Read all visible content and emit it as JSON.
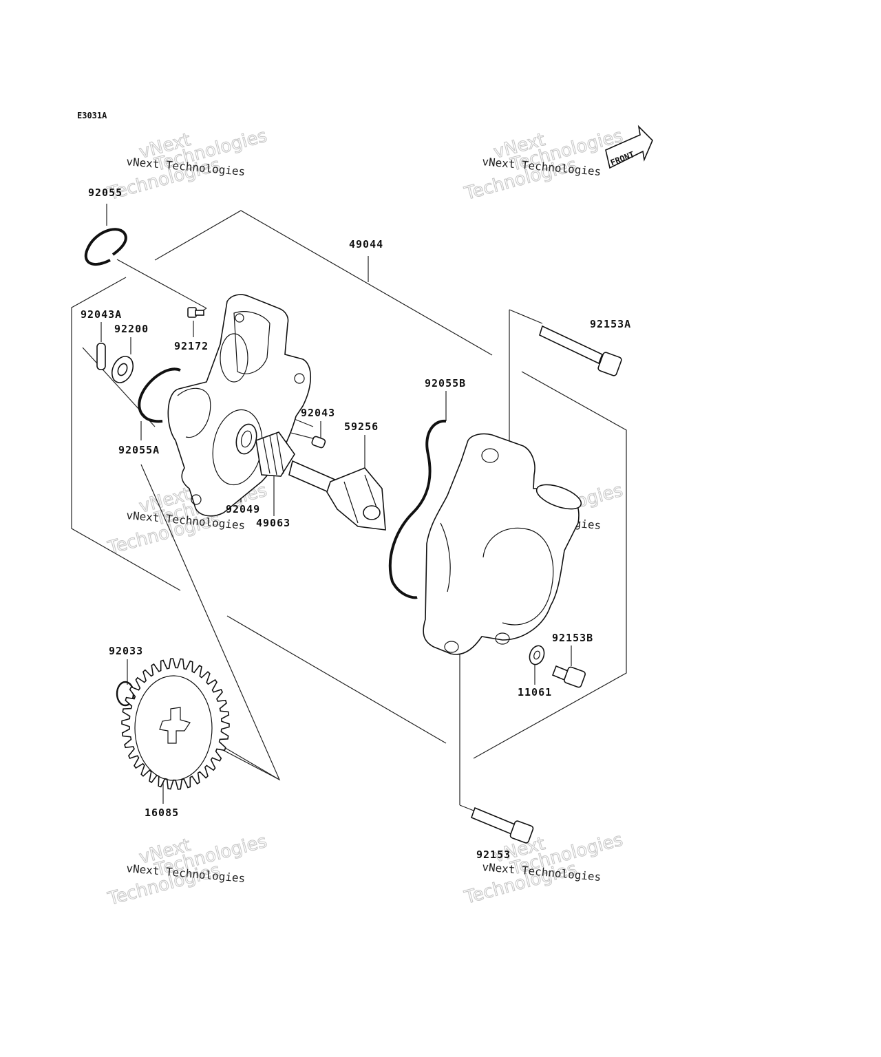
{
  "diagram": {
    "code": "E3031A",
    "front_label": "FRONT",
    "watermark": {
      "line1": "vNext Technologies",
      "line2": "vNext",
      "line3": "Technologies"
    },
    "part_labels": {
      "p92055": "92055",
      "p49044": "49044",
      "p92043A": "92043A",
      "p92200": "92200",
      "p92172": "92172",
      "p92153A": "92153A",
      "p92055B": "92055B",
      "p92043": "92043",
      "p59256": "59256",
      "p92055A": "92055A",
      "p92049": "92049",
      "p49063": "49063",
      "p92153B": "92153B",
      "p92033": "92033",
      "p11061": "11061",
      "p16085": "16085",
      "p92153": "92153"
    }
  }
}
